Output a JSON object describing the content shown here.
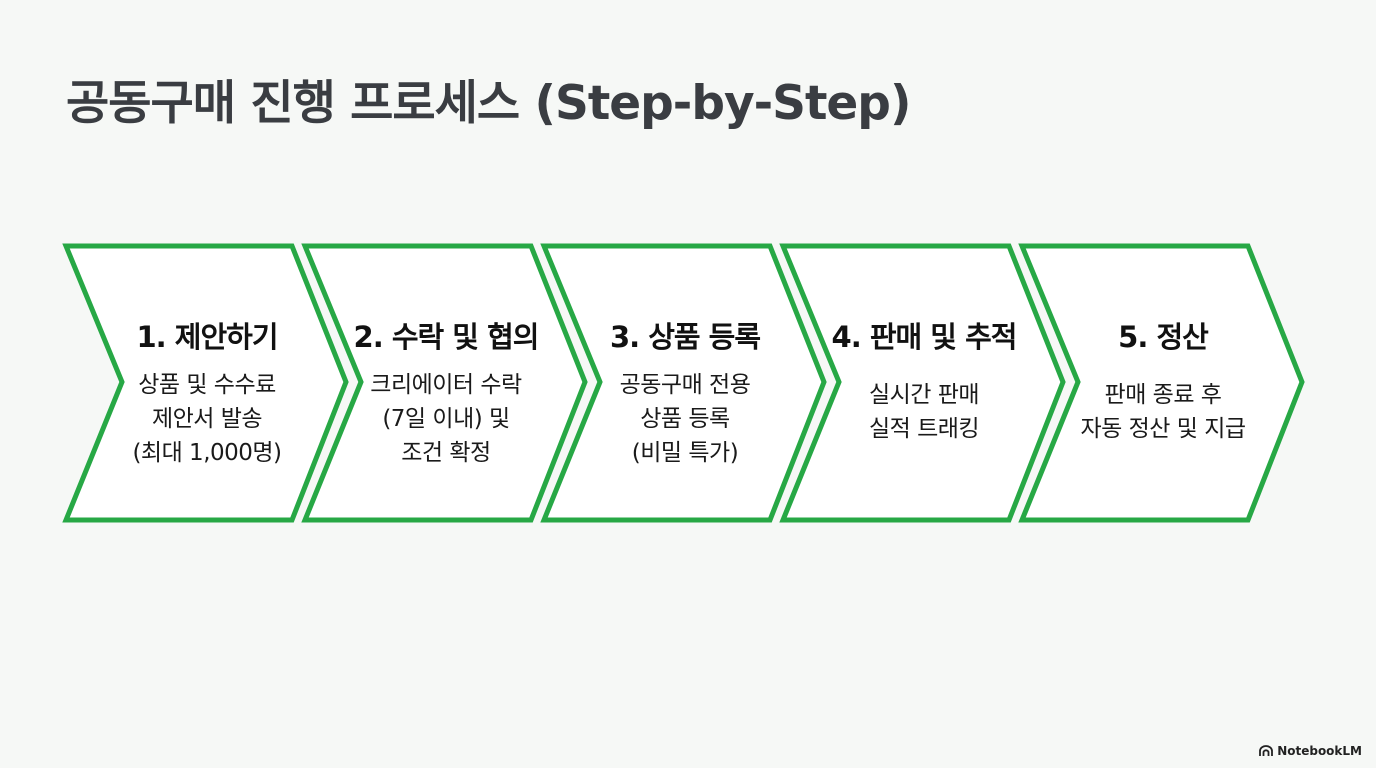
{
  "title": "공동구매 진행 프로세스 (Step-by-Step)",
  "accent_color": "#27a845",
  "steps": [
    {
      "title": "1. 제안하기",
      "lines": [
        "상품 및 수수료",
        "제안서 발송",
        "(최대 1,000명)"
      ]
    },
    {
      "title": "2. 수락 및 협의",
      "lines": [
        "크리에이터 수락",
        "(7일 이내) 및",
        "조건 확정"
      ]
    },
    {
      "title": "3. 상품 등록",
      "lines": [
        "공동구매 전용",
        "상품 등록",
        "(비밀 특가)"
      ]
    },
    {
      "title": "4. 판매 및 추적",
      "lines": [
        "실시간 판매",
        "실적 트래킹"
      ]
    },
    {
      "title": "5. 정산",
      "lines": [
        "판매 종료 후",
        "자동 정산 및 지급"
      ]
    }
  ],
  "badge": {
    "label": "NotebookLM",
    "icon": "notebooklm-logo-icon"
  }
}
